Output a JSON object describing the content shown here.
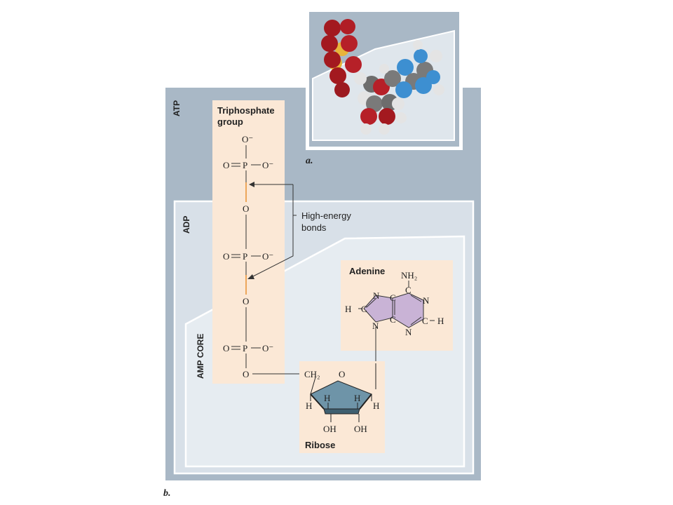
{
  "panel_labels": {
    "a": "a.",
    "b": "b."
  },
  "regions": {
    "atp": "ATP",
    "adp": "ADP",
    "amp": "AMP CORE"
  },
  "triphosphate": {
    "title_line1": "Triphosphate",
    "title_line2": "group"
  },
  "high_energy": {
    "line1": "High-energy",
    "line2": "bonds"
  },
  "adenine": {
    "title": "Adenine"
  },
  "ribose": {
    "title": "Ribose"
  },
  "chem": {
    "o_minus": "O⁻",
    "o": "O",
    "p": "P",
    "double_o": "O",
    "nh2": "NH₂",
    "n": "N",
    "c": "C",
    "h": "H",
    "ch2": "CH₂",
    "oh": "OH"
  },
  "colors": {
    "atp_bg": "#a9b8c6",
    "adp_bg": "#d8e0e8",
    "amp_bg": "#e6ecf1",
    "box_bg": "#fbe8d6",
    "phosphate_bond": "#e8963c",
    "purine_fill": "#c9b3d6",
    "ribose_top": "#6e94a8"
  }
}
